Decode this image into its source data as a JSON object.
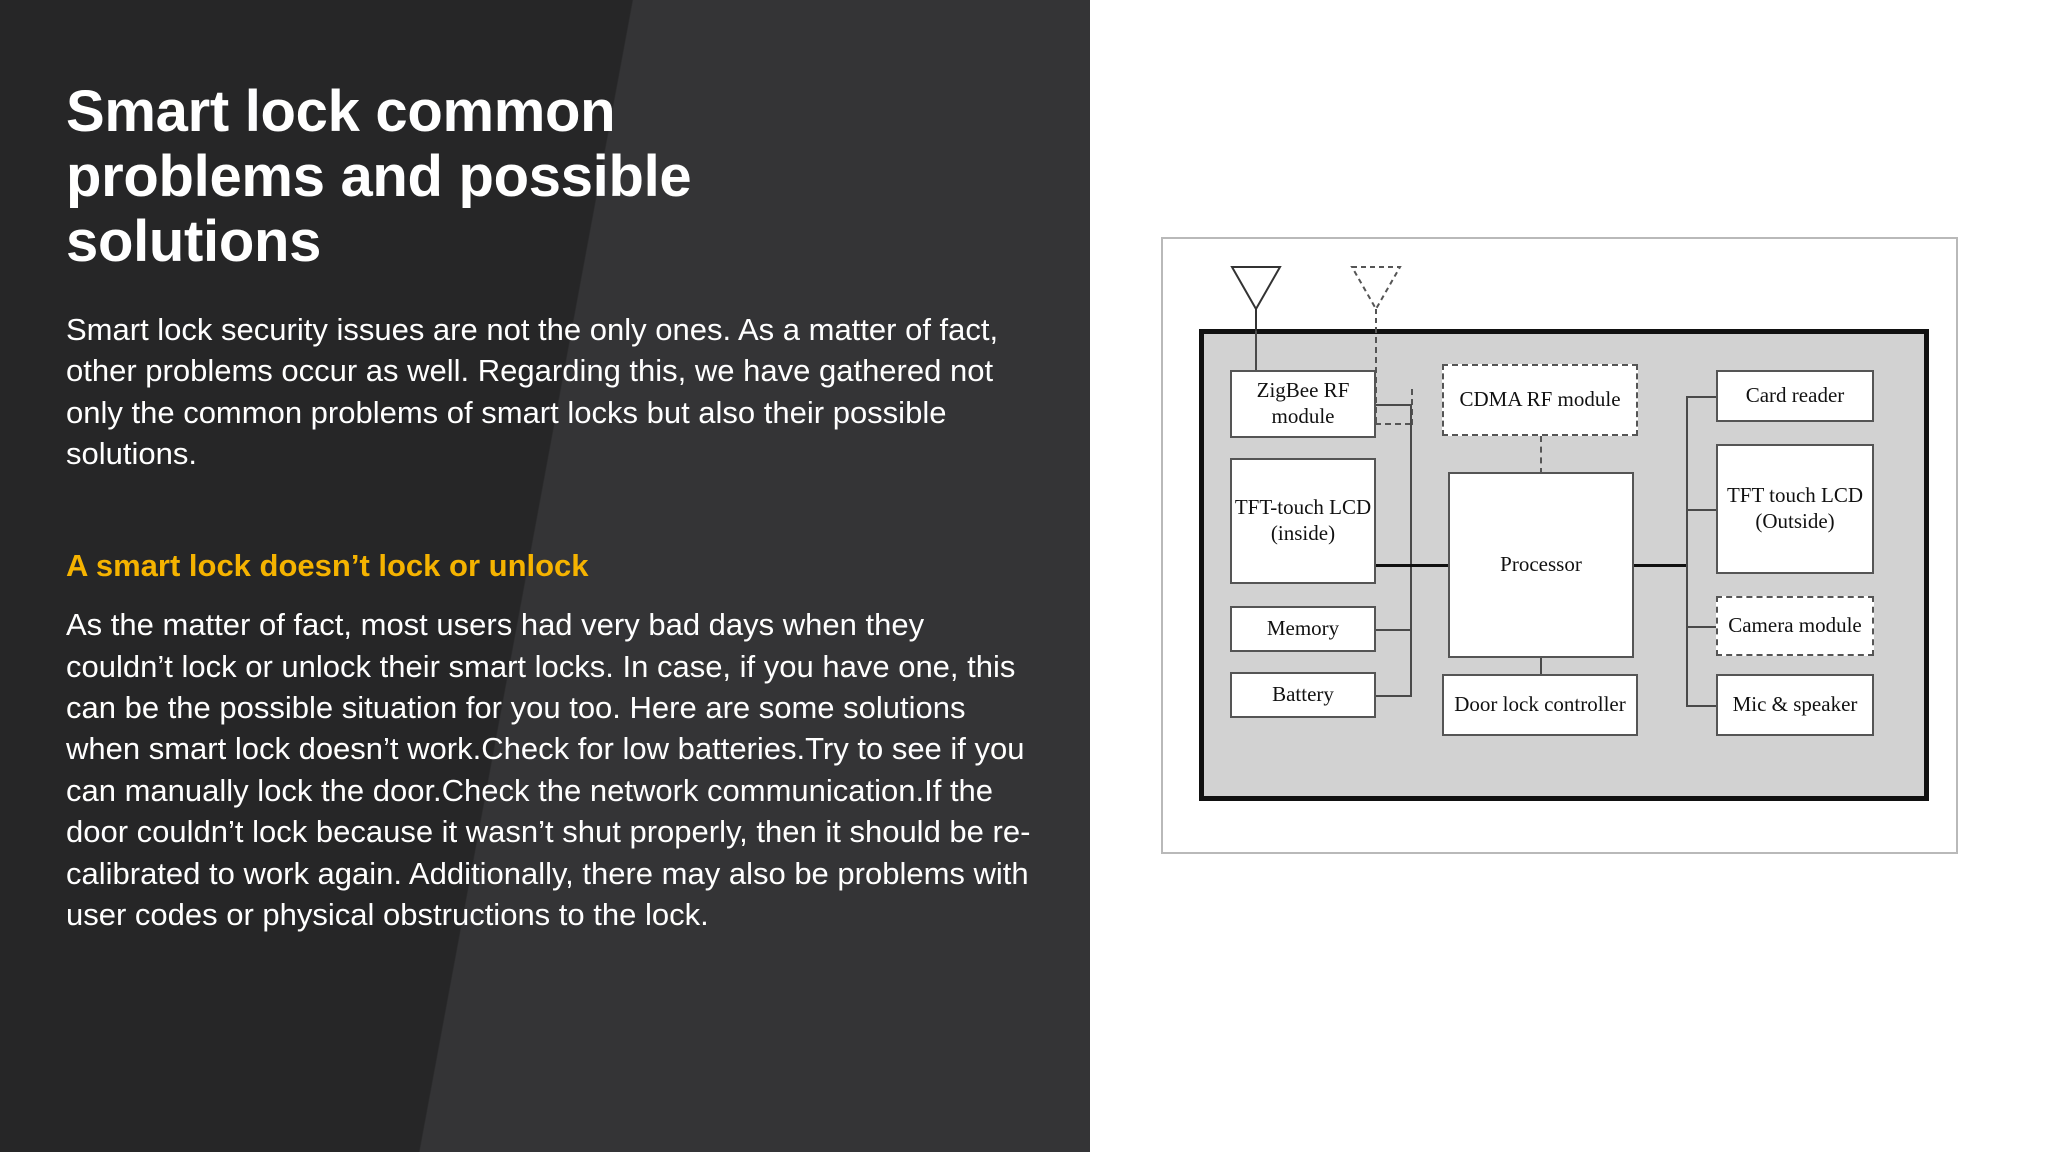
{
  "slide": {
    "title": "Smart lock common problems and possible solutions",
    "intro": "Smart lock security issues are not the only ones. As a matter of fact, other problems occur as well. Regarding this, we have gathered not only the common problems of smart locks but also their possible solutions.",
    "section_heading": "A smart lock doesn’t lock or unlock",
    "body": "As the matter of fact, most users had very bad days when they couldn’t lock or unlock their smart locks. In case, if you have one, this can be the possible situation for you too. Here are some solutions when smart lock doesn’t work.Check for low batteries.Try to see if you can manually lock the door.Check the network communication.If the door couldn’t lock because it wasn’t shut properly, then it should be re-calibrated to work again. Additionally, there may also be problems with user codes or physical obstructions to the lock."
  },
  "colors": {
    "panel_dark": "#262627",
    "panel_light": "#343436",
    "heading_accent": "#f5b300",
    "text_white": "#ffffff",
    "chip_fill": "#d2d2d2",
    "block_fill": "#ffffff",
    "block_stroke": "#555555",
    "chip_stroke": "#111111"
  },
  "figure": {
    "blocks": {
      "zigbee": "ZigBee RF module",
      "tft_inside": "TFT-touch LCD (inside)",
      "memory": "Memory",
      "battery": "Battery",
      "cdma": "CDMA RF module",
      "processor": "Processor",
      "door_lock_controller": "Door lock controller",
      "card_reader": "Card reader",
      "tft_outside": "TFT touch LCD (Outside)",
      "camera": "Camera module",
      "mic_speaker": "Mic & speaker"
    },
    "antennas": {
      "zigbee_antenna": "zigbee-antenna",
      "cdma_antenna": "cdma-antenna"
    }
  }
}
